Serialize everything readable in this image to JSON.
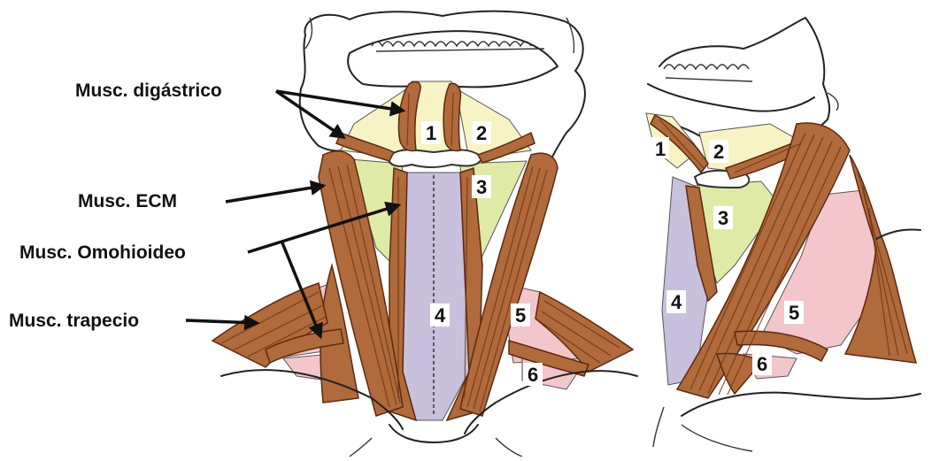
{
  "labels": {
    "digastrico": "Musc. digástrico",
    "ecm": "Musc. ECM",
    "omohioideo": "Musc. Omohioideo",
    "trapecio": "Musc. trapecio"
  },
  "numbers": {
    "front": [
      "1",
      "2",
      "3",
      "4",
      "5",
      "6"
    ],
    "side": [
      "1",
      "2",
      "3",
      "4",
      "5",
      "6"
    ]
  },
  "colors": {
    "muscle": "#b06a3b",
    "triangle_yellow": "#f7f3c4",
    "triangle_green": "#dfeaa6",
    "triangle_lavender": "#c9c0dd",
    "triangle_pink": "#f3c6cc"
  }
}
